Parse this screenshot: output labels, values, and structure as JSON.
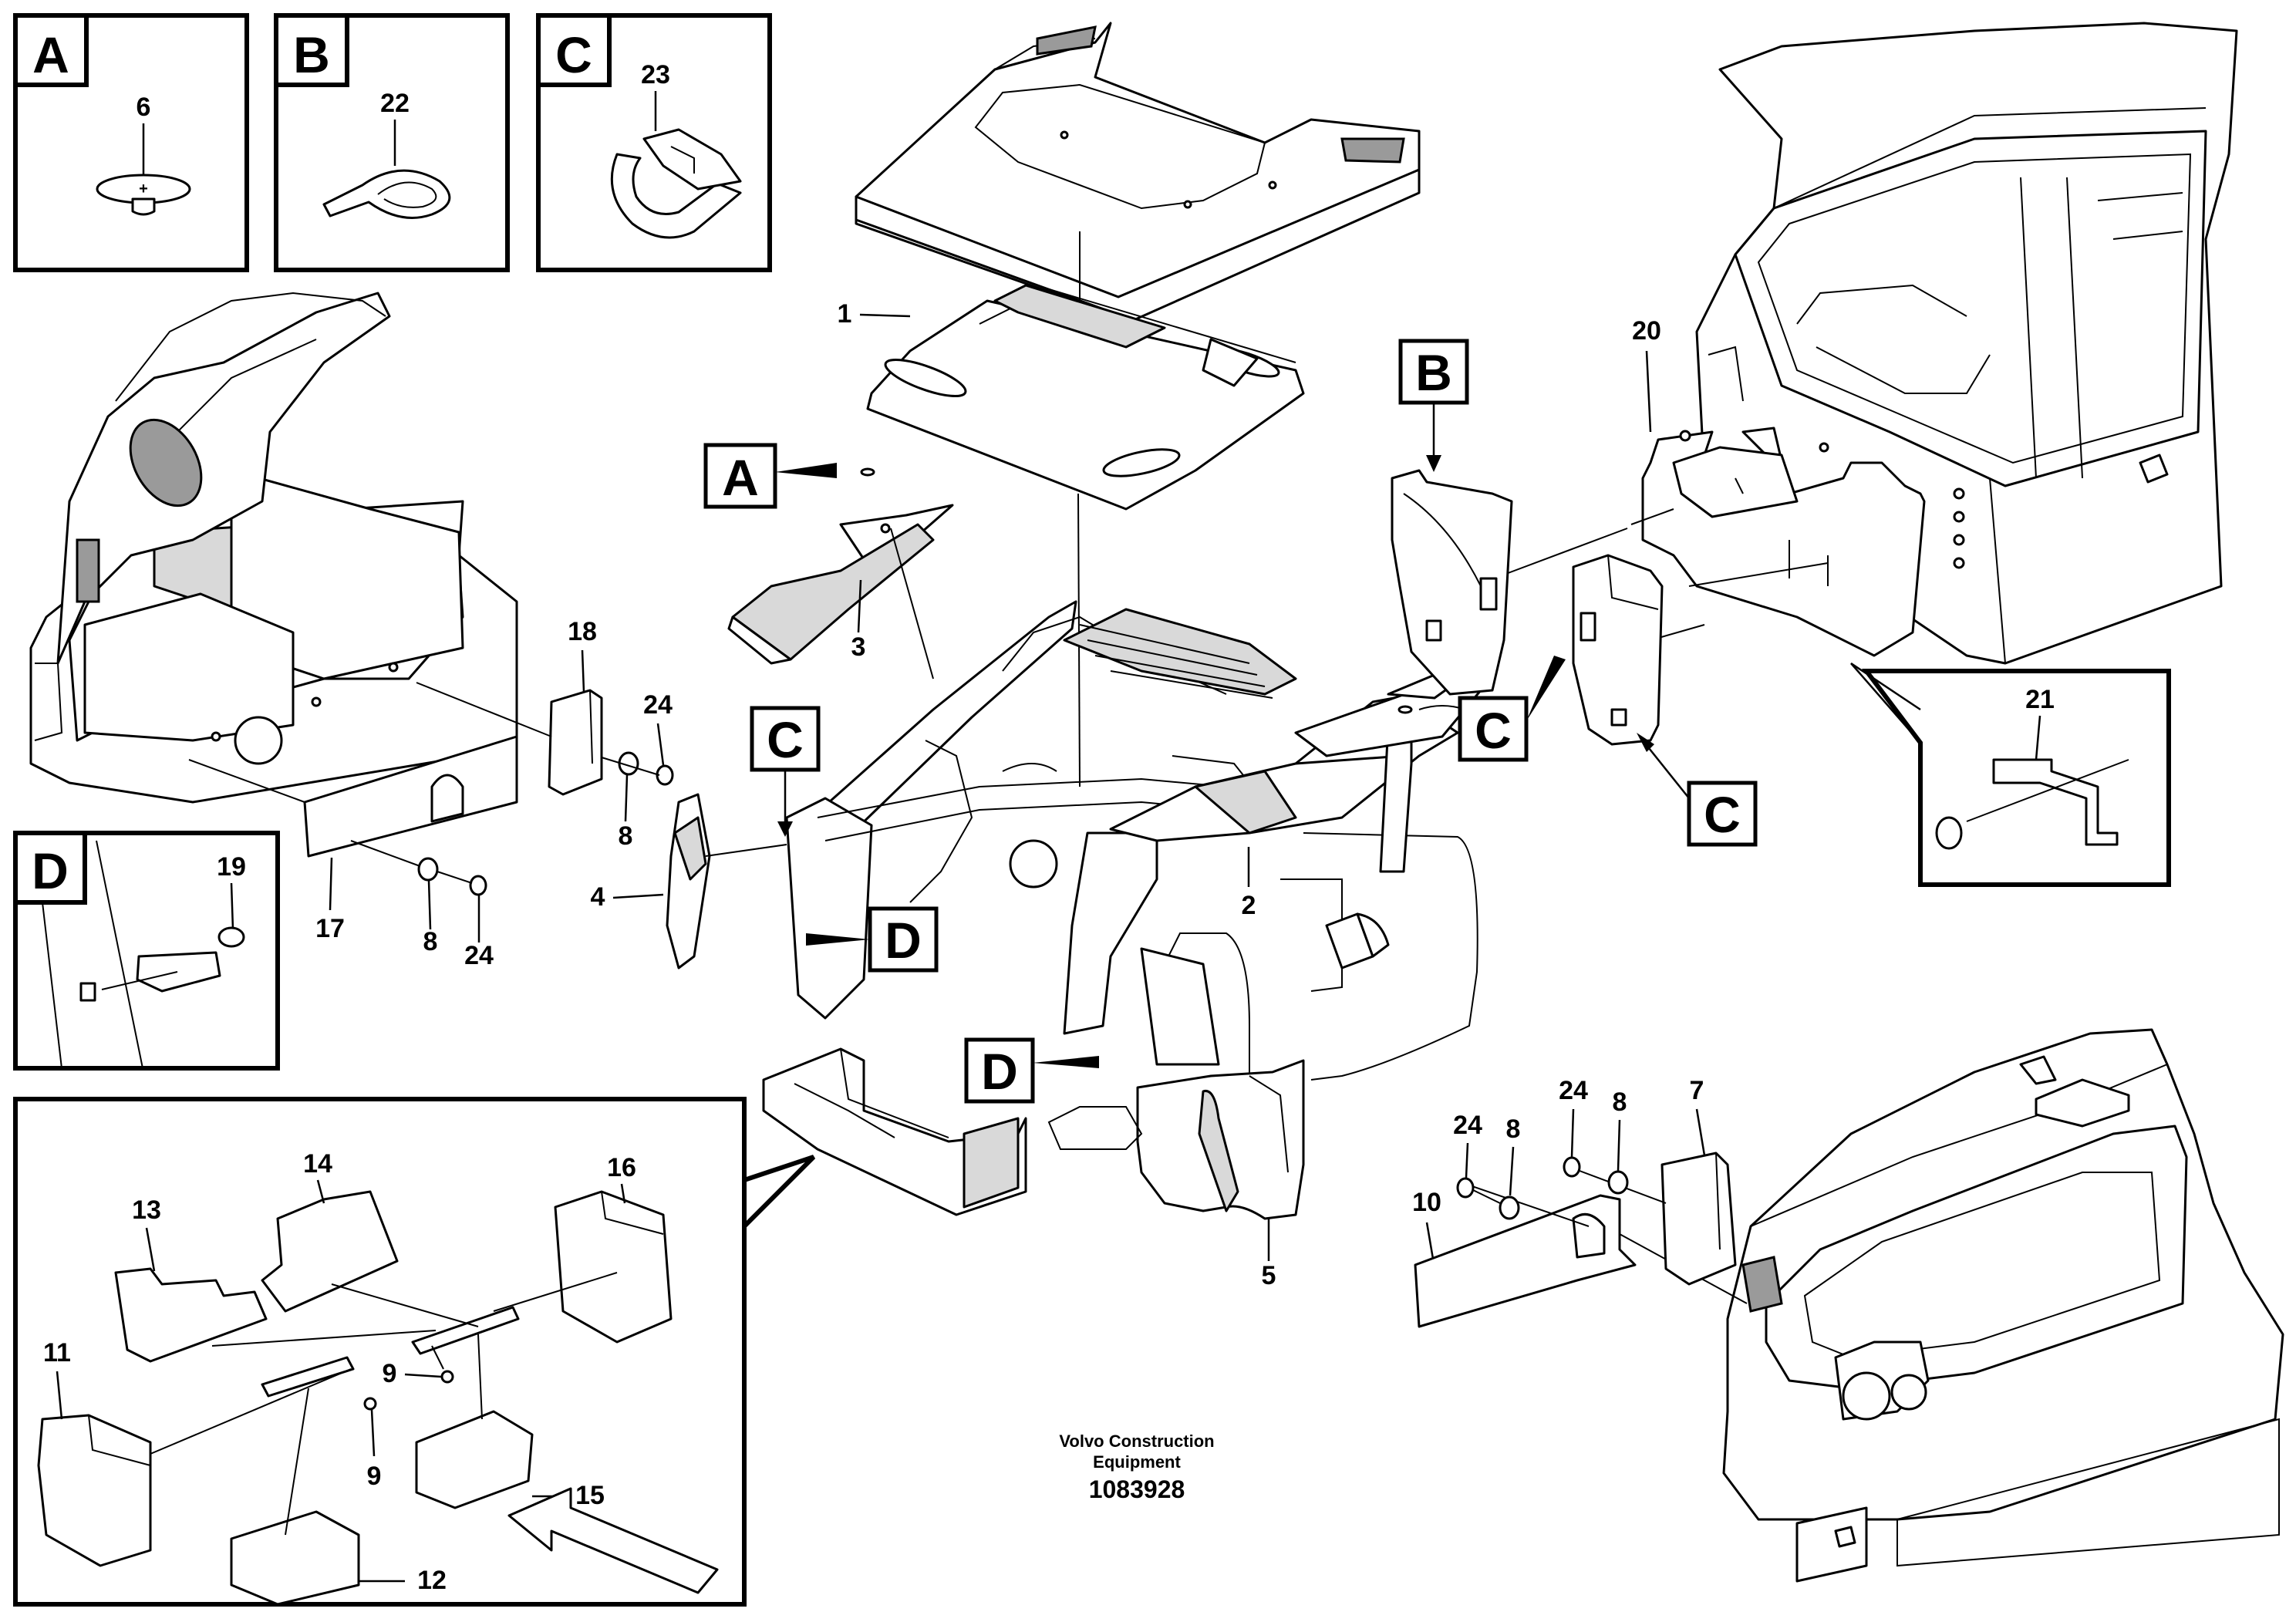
{
  "detail_letters": {
    "A": "A",
    "B": "B",
    "C": "C",
    "D": "D"
  },
  "part_numbers": {
    "p1": "1",
    "p2": "2",
    "p3": "3",
    "p4": "4",
    "p5": "5",
    "p6": "6",
    "p7": "7",
    "p8": "8",
    "p9": "9",
    "p10": "10",
    "p11": "11",
    "p12": "12",
    "p13": "13",
    "p14": "14",
    "p15": "15",
    "p16": "16",
    "p17": "17",
    "p18": "18",
    "p19": "19",
    "p20": "20",
    "p21": "21",
    "p22": "22",
    "p23": "23",
    "p24": "24"
  },
  "caption": {
    "line1": "Volvo Construction",
    "line2": "Equipment",
    "drawing_number": "1083928"
  }
}
